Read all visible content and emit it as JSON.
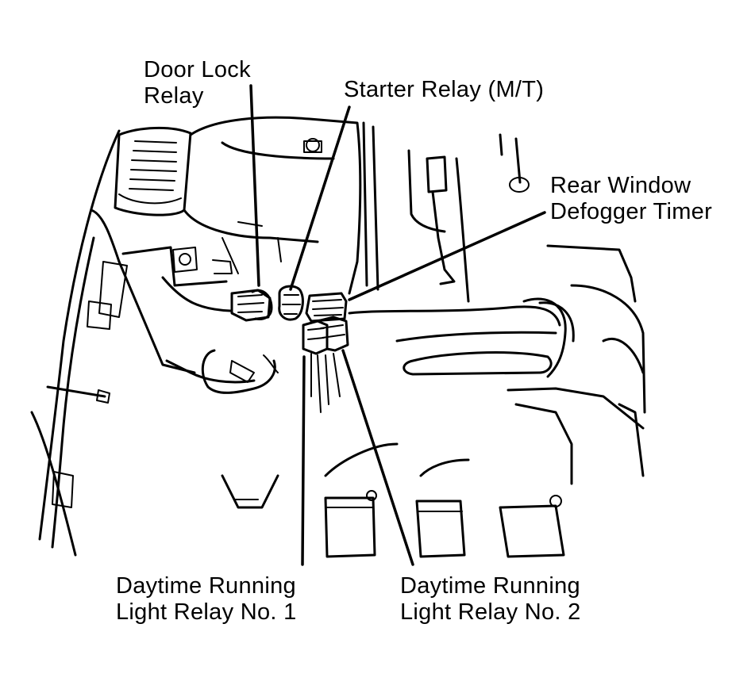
{
  "labels": {
    "door_lock_relay": [
      "Door Lock",
      "Relay"
    ],
    "starter_relay": "Starter Relay (M/T)",
    "rear_window_defogger_timer": [
      "Rear Window",
      "Defogger Timer"
    ],
    "drl_relay_1": [
      "Daytime Running",
      "Light Relay No. 1"
    ],
    "drl_relay_2": [
      "Daytime Running",
      "Light Relay No. 2"
    ]
  }
}
